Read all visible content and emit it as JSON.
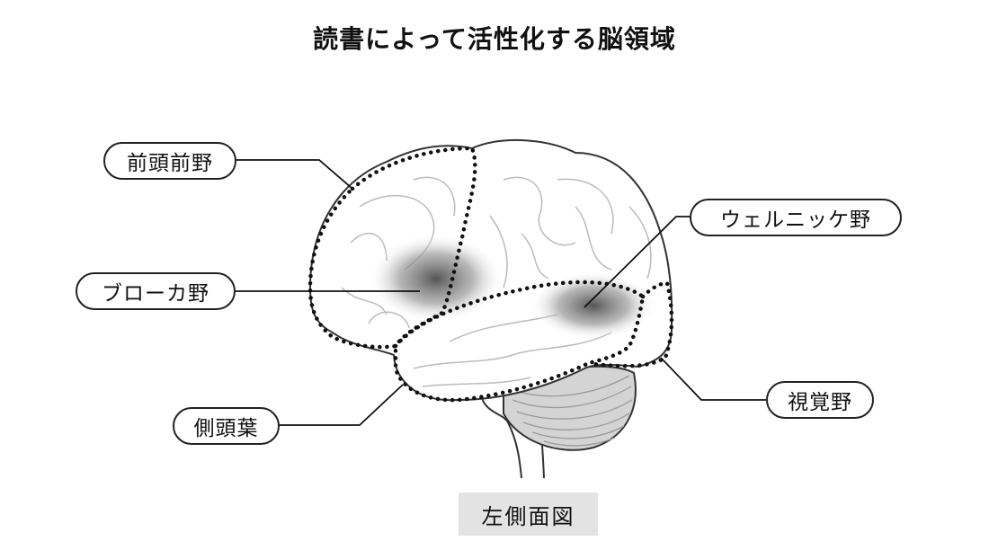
{
  "title": "読書によって活性化する脳領域",
  "labels": {
    "prefrontal": "前頭前野",
    "broca": "ブローカ野",
    "temporal": "側頭葉",
    "wernicke": "ウェルニッケ野",
    "visual": "視覚野"
  },
  "caption": "左側面図"
}
